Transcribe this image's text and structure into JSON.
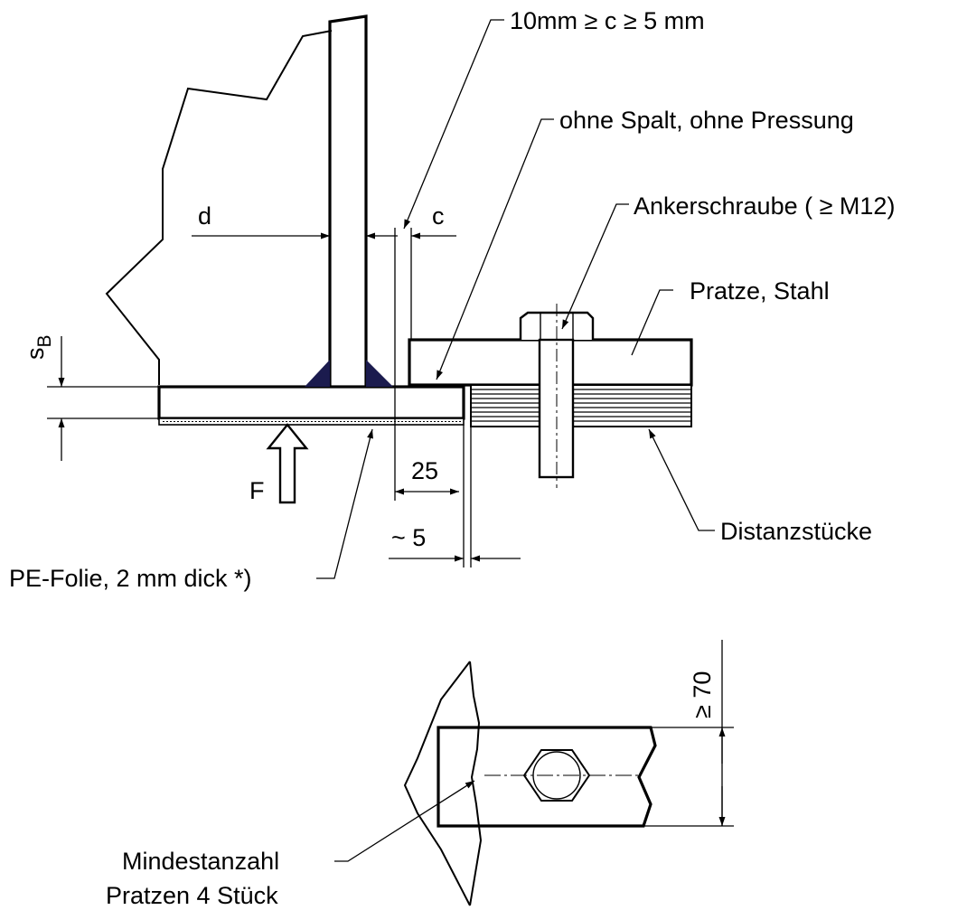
{
  "labels": {
    "gap_range": "10mm ≥ c ≥ 5 mm",
    "no_gap": "ohne Spalt, ohne Pressung",
    "anchor_bolt": "Ankerschraube ( ≥ M12)",
    "bracket": "Pratze, Stahl",
    "spacers": "Distanzstücke",
    "pe_film": "PE-Folie, 2 mm dick *)",
    "min_count_line1": "Mindestanzahl",
    "min_count_line2": "Pratzen 4 Stück",
    "dim_d": "d",
    "dim_c": "c",
    "dim_sb_main": "s",
    "dim_sb_sub": "B",
    "dim_25": "25",
    "dim_5": "~ 5",
    "force_f": "F",
    "dim_70": "≥ 70"
  },
  "colors": {
    "line": "#000000",
    "weld": "#1b1b4e",
    "background": "#ffffff"
  }
}
